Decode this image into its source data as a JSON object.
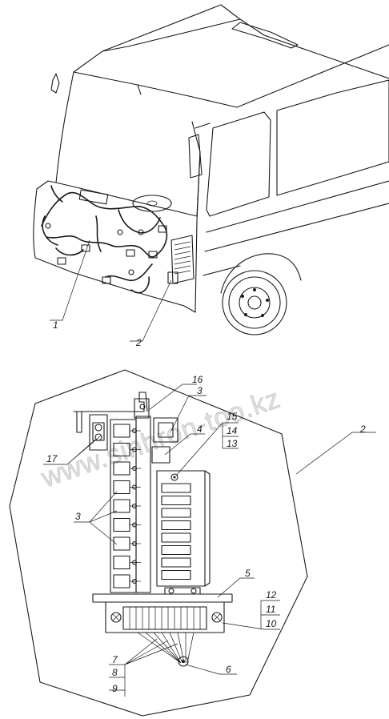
{
  "watermark": "www.sinhron-too.kz",
  "callouts": {
    "c1": "1",
    "c2": "2",
    "c2b": "2",
    "c3a": "3",
    "c3b": "3",
    "c4": "4",
    "c5": "5",
    "c6": "6",
    "c7": "7",
    "c8": "8",
    "c9": "9",
    "c10": "10",
    "c11": "11",
    "c12": "12",
    "c13": "13",
    "c14": "14",
    "c15": "15",
    "c16": "16",
    "c17": "17"
  },
  "icons": [
    "wiring-harness",
    "relay-fuse-block",
    "fuse-icon",
    "relay-icon"
  ]
}
